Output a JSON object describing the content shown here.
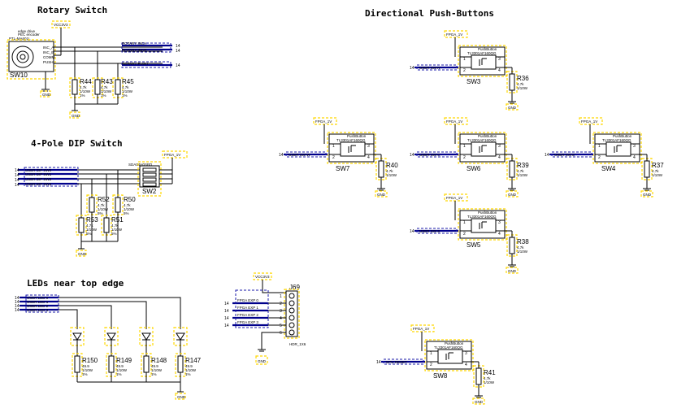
{
  "sections": {
    "rotary": "Rotary Switch",
    "dip": "4-Pole DIP Switch",
    "leds": "LEDs near top edge",
    "buttons": "Directional Push-Buttons"
  },
  "power": {
    "vcc3v3": "VCC3V3",
    "fpga_1v": "FPGA_1V",
    "gnd": "GND"
  },
  "rotary_switch": {
    "ref": "SW10",
    "desc1": "edge drive",
    "desc2": "PEC encoder",
    "part": "PTL-MA601L",
    "pins": [
      "INC_A",
      "INC_B",
      "COMM",
      "PUSH"
    ],
    "nets": [
      "ROTARY INCA",
      "ROTARY INCB",
      "ROTARY PUSH"
    ],
    "resistors": [
      {
        "ref": "R44",
        "val": "4.7k",
        "tol": "1/10W",
        "pct": "1%"
      },
      {
        "ref": "R43",
        "val": "4.7k",
        "tol": "1/10W",
        "pct": "1%"
      },
      {
        "ref": "R45",
        "val": "4.7k",
        "tol": "1/10W",
        "pct": "1%"
      }
    ]
  },
  "dip_switch": {
    "ref": "SW2",
    "part": "SDA04H0SBD",
    "nets": [
      "USER DIP SW0",
      "USER DIP SW1",
      "USER DIP SW2",
      "USER DIP SW3"
    ],
    "resistors": [
      {
        "ref": "R52",
        "val": "4.7k",
        "tol": "1/10W",
        "pct": "5%"
      },
      {
        "ref": "R50",
        "val": "4.7k",
        "tol": "1/10W",
        "pct": "5%"
      },
      {
        "ref": "R53",
        "val": "4.7k",
        "tol": "1/10W",
        "pct": "5%"
      },
      {
        "ref": "R51",
        "val": "4.7k",
        "tol": "1/10W",
        "pct": "5%"
      }
    ]
  },
  "leds": {
    "nets": [
      "USER LED 0",
      "USER LED 1",
      "USER LED 2",
      "USER LED 3"
    ],
    "resistors": [
      {
        "ref": "R150",
        "val": "49.9",
        "tol": "1/10W",
        "pct": "1%"
      },
      {
        "ref": "R149",
        "val": "49.9",
        "tol": "1/10W",
        "pct": "1%"
      },
      {
        "ref": "R148",
        "val": "49.9",
        "tol": "1/10W",
        "pct": "1%"
      },
      {
        "ref": "R147",
        "val": "49.9",
        "tol": "1/10W",
        "pct": "1%"
      }
    ]
  },
  "header": {
    "ref": "J69",
    "part": "HDR_1X6",
    "pins": [
      "1",
      "2",
      "3",
      "4",
      "5",
      "6"
    ],
    "nets": [
      "FPGA EXP 0",
      "FPGA EXP 1",
      "FPGA EXP 2",
      "FPGA EXP 3"
    ]
  },
  "buttons": [
    {
      "ref": "SW3",
      "res": "R36",
      "net": "USER SW N"
    },
    {
      "ref": "SW7",
      "res": "R40",
      "net": "USER SW W"
    },
    {
      "ref": "SW6",
      "res": "R39",
      "net": "USER SW C"
    },
    {
      "ref": "SW4",
      "res": "R37",
      "net": "USER SW E"
    },
    {
      "ref": "SW5",
      "res": "R38",
      "net": "USER SW S"
    },
    {
      "ref": "SW8",
      "res": "R41",
      "net": "CPU RESET"
    }
  ],
  "button_part": {
    "type": "PushButton",
    "part": "TL3301AF160QG"
  },
  "button_res": {
    "val": "4.7k",
    "tol": "1/10W"
  },
  "pin_nums": [
    "1",
    "2",
    "3",
    "4"
  ],
  "sheet_ref": "14"
}
